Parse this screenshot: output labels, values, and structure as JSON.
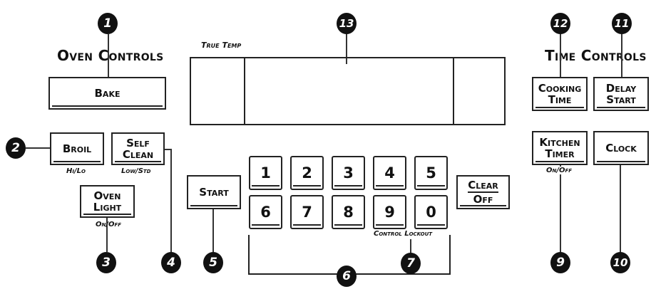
{
  "oven_controls": {
    "title": "Oven Controls",
    "bake": "Bake",
    "broil": "Broil",
    "broil_sub": "Hi/Lo",
    "self_clean_1": "Self",
    "self_clean_2": "Clean",
    "self_clean_sub": "Low/Std",
    "oven_light_1": "Oven",
    "oven_light_2": "Light",
    "oven_light_sub": "On/Off"
  },
  "display": {
    "label": "True Temp"
  },
  "keypad": {
    "start": "Start",
    "keys": [
      "1",
      "2",
      "3",
      "4",
      "5",
      "6",
      "7",
      "8",
      "9",
      "0"
    ],
    "clear_1": "Clear",
    "clear_2": "Off",
    "lockout_label": "Control Lockout"
  },
  "time_controls": {
    "title": "Time Controls",
    "cooking_time_1": "Cooking",
    "cooking_time_2": "Time",
    "delay_start_1": "Delay",
    "delay_start_2": "Start",
    "kitchen_timer_1": "Kitchen",
    "kitchen_timer_2": "Timer",
    "kitchen_timer_sub": "On/Off",
    "clock": "Clock"
  },
  "callouts": [
    "1",
    "2",
    "3",
    "4",
    "5",
    "6",
    "7",
    "9",
    "10",
    "11",
    "12",
    "13"
  ]
}
